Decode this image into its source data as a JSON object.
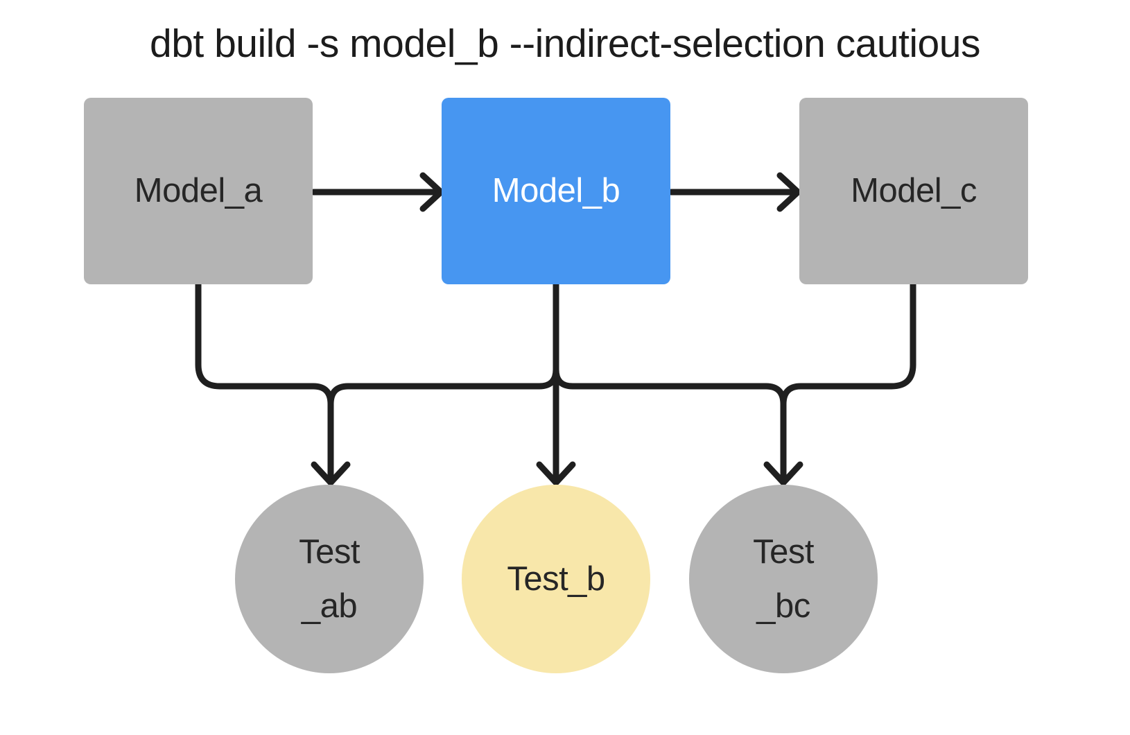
{
  "title": "dbt build -s model_b --indirect-selection cautious",
  "colors": {
    "background": "#ffffff",
    "model_default": "#b4b4b4",
    "model_selected": "#4796f1",
    "test_default": "#b4b4b4",
    "test_selected": "#f8e7aa",
    "connector": "#1f1f1f",
    "label_dark": "#262626",
    "label_light": "#ffffff",
    "title_text": "#1c1c1c"
  },
  "nodes": {
    "model_a": {
      "label": "Model_a",
      "type": "model",
      "fill": "#b4b4b4"
    },
    "model_b": {
      "label": "Model_b",
      "type": "model",
      "fill": "#4796f1"
    },
    "model_c": {
      "label": "Model_c",
      "type": "model",
      "fill": "#b4b4b4"
    },
    "test_ab": {
      "label": "Test\n_ab",
      "type": "test",
      "fill": "#b4b4b4"
    },
    "test_b": {
      "label": "Test_b",
      "type": "test",
      "fill": "#f8e7aa"
    },
    "test_bc": {
      "label": "Test\n_bc",
      "type": "test",
      "fill": "#b4b4b4"
    }
  },
  "edges": [
    {
      "from": "model_a",
      "to": "model_b"
    },
    {
      "from": "model_b",
      "to": "model_c"
    },
    {
      "from": "model_a",
      "to": "test_ab"
    },
    {
      "from": "model_b",
      "to": "test_ab"
    },
    {
      "from": "model_b",
      "to": "test_b"
    },
    {
      "from": "model_b",
      "to": "test_bc"
    },
    {
      "from": "model_c",
      "to": "test_bc"
    }
  ]
}
